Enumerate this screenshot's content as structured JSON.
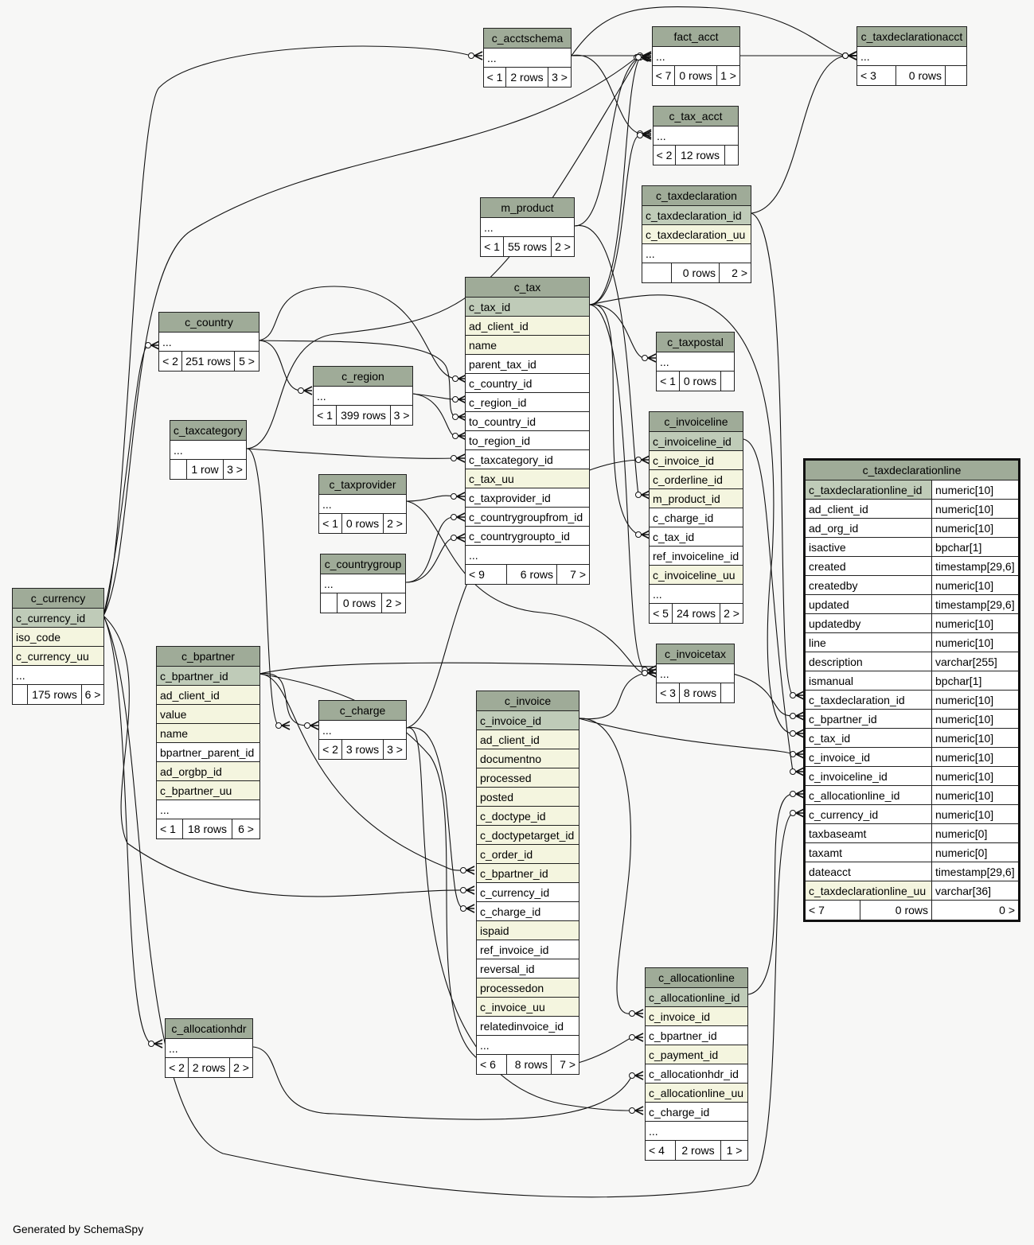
{
  "footer": "Generated by SchemaSpy",
  "tables": {
    "c_acctschema": {
      "name": "c_acctschema",
      "rows": [
        "..."
      ],
      "prev": "< 1",
      "count": "2 rows",
      "next": "3 >"
    },
    "fact_acct": {
      "name": "fact_acct",
      "rows": [
        "..."
      ],
      "prev": "< 7",
      "count": "0 rows",
      "next": "1 >"
    },
    "c_taxdeclarationacct": {
      "name": "c_taxdeclarationacct",
      "rows": [
        "..."
      ],
      "prev": "< 3",
      "count": "0 rows",
      "next": ""
    },
    "c_tax_acct": {
      "name": "c_tax_acct",
      "rows": [
        "..."
      ],
      "prev": "< 2",
      "count": "12 rows",
      "next": ""
    },
    "c_taxdeclaration": {
      "name": "c_taxdeclaration",
      "rows": [
        "c_taxdeclaration_id",
        "c_taxdeclaration_uu",
        "..."
      ],
      "prev": "",
      "count": "0 rows",
      "next": "2 >"
    },
    "m_product": {
      "name": "m_product",
      "rows": [
        "..."
      ],
      "prev": "< 1",
      "count": "55 rows",
      "next": "2 >"
    },
    "c_tax": {
      "name": "c_tax",
      "rows": [
        "c_tax_id",
        "ad_client_id",
        "name",
        "parent_tax_id",
        "c_country_id",
        "c_region_id",
        "to_country_id",
        "to_region_id",
        "c_taxcategory_id",
        "c_tax_uu",
        "c_taxprovider_id",
        "c_countrygroupfrom_id",
        "c_countrygroupto_id",
        "..."
      ],
      "prev": "< 9",
      "count": "6 rows",
      "next": "7 >"
    },
    "c_country": {
      "name": "c_country",
      "rows": [
        "..."
      ],
      "prev": "< 2",
      "count": "251 rows",
      "next": "5 >"
    },
    "c_region": {
      "name": "c_region",
      "rows": [
        "..."
      ],
      "prev": "< 1",
      "count": "399 rows",
      "next": "3 >"
    },
    "c_taxcategory": {
      "name": "c_taxcategory",
      "rows": [
        "..."
      ],
      "prev": "",
      "count": "1 row",
      "next": "3 >"
    },
    "c_taxprovider": {
      "name": "c_taxprovider",
      "rows": [
        "..."
      ],
      "prev": "< 1",
      "count": "0 rows",
      "next": "2 >"
    },
    "c_countrygroup": {
      "name": "c_countrygroup",
      "rows": [
        "..."
      ],
      "prev": "",
      "count": "0 rows",
      "next": "2 >"
    },
    "c_taxpostal": {
      "name": "c_taxpostal",
      "rows": [
        "..."
      ],
      "prev": "< 1",
      "count": "0 rows",
      "next": ""
    },
    "c_invoiceline": {
      "name": "c_invoiceline",
      "rows": [
        "c_invoiceline_id",
        "c_invoice_id",
        "c_orderline_id",
        "m_product_id",
        "c_charge_id",
        "c_tax_id",
        "ref_invoiceline_id",
        "c_invoiceline_uu",
        "..."
      ],
      "prev": "< 5",
      "count": "24 rows",
      "next": "2 >"
    },
    "c_invoicetax": {
      "name": "c_invoicetax",
      "rows": [
        "..."
      ],
      "prev": "< 3",
      "count": "8 rows",
      "next": ""
    },
    "c_currency": {
      "name": "c_currency",
      "rows": [
        "c_currency_id",
        "iso_code",
        "c_currency_uu",
        "..."
      ],
      "prev": "",
      "count": "175 rows",
      "next": "6 >"
    },
    "c_bpartner": {
      "name": "c_bpartner",
      "rows": [
        "c_bpartner_id",
        "ad_client_id",
        "value",
        "name",
        "bpartner_parent_id",
        "ad_orgbp_id",
        "c_bpartner_uu",
        "..."
      ],
      "prev": "< 1",
      "count": "18 rows",
      "next": "6 >"
    },
    "c_charge": {
      "name": "c_charge",
      "rows": [
        "..."
      ],
      "prev": "< 2",
      "count": "3 rows",
      "next": "3 >"
    },
    "c_invoice": {
      "name": "c_invoice",
      "rows": [
        "c_invoice_id",
        "ad_client_id",
        "documentno",
        "processed",
        "posted",
        "c_doctype_id",
        "c_doctypetarget_id",
        "c_order_id",
        "c_bpartner_id",
        "c_currency_id",
        "c_charge_id",
        "ispaid",
        "ref_invoice_id",
        "reversal_id",
        "processedon",
        "c_invoice_uu",
        "relatedinvoice_id",
        "..."
      ],
      "prev": "< 6",
      "count": "8 rows",
      "next": "7 >"
    },
    "c_allocationhdr": {
      "name": "c_allocationhdr",
      "rows": [
        "..."
      ],
      "prev": "< 2",
      "count": "2 rows",
      "next": "2 >"
    },
    "c_allocationline": {
      "name": "c_allocationline",
      "rows": [
        "c_allocationline_id",
        "c_invoice_id",
        "c_bpartner_id",
        "c_payment_id",
        "c_allocationhdr_id",
        "c_allocationline_uu",
        "c_charge_id",
        "..."
      ],
      "prev": "< 4",
      "count": "2 rows",
      "next": "1 >"
    },
    "c_taxdeclarationline": {
      "name": "c_taxdeclarationline",
      "rows": [
        [
          "c_taxdeclarationline_id",
          "numeric[10]"
        ],
        [
          "ad_client_id",
          "numeric[10]"
        ],
        [
          "ad_org_id",
          "numeric[10]"
        ],
        [
          "isactive",
          "bpchar[1]"
        ],
        [
          "created",
          "timestamp[29,6]"
        ],
        [
          "createdby",
          "numeric[10]"
        ],
        [
          "updated",
          "timestamp[29,6]"
        ],
        [
          "updatedby",
          "numeric[10]"
        ],
        [
          "line",
          "numeric[10]"
        ],
        [
          "description",
          "varchar[255]"
        ],
        [
          "ismanual",
          "bpchar[1]"
        ],
        [
          "c_taxdeclaration_id",
          "numeric[10]"
        ],
        [
          "c_bpartner_id",
          "numeric[10]"
        ],
        [
          "c_tax_id",
          "numeric[10]"
        ],
        [
          "c_invoice_id",
          "numeric[10]"
        ],
        [
          "c_invoiceline_id",
          "numeric[10]"
        ],
        [
          "c_allocationline_id",
          "numeric[10]"
        ],
        [
          "c_currency_id",
          "numeric[10]"
        ],
        [
          "taxbaseamt",
          "numeric[0]"
        ],
        [
          "taxamt",
          "numeric[0]"
        ],
        [
          "dateacct",
          "timestamp[29,6]"
        ],
        [
          "c_taxdeclarationline_uu",
          "varchar[36]"
        ]
      ],
      "prev": "< 7",
      "count": "0 rows",
      "next": "0 >"
    }
  },
  "colors": {
    "header": "#9fab98",
    "primary_key": "#bfcbb8",
    "indexed": "#f4f5df",
    "plain": "#ffffff",
    "background": "#f7f7f6",
    "line": "#111111"
  }
}
